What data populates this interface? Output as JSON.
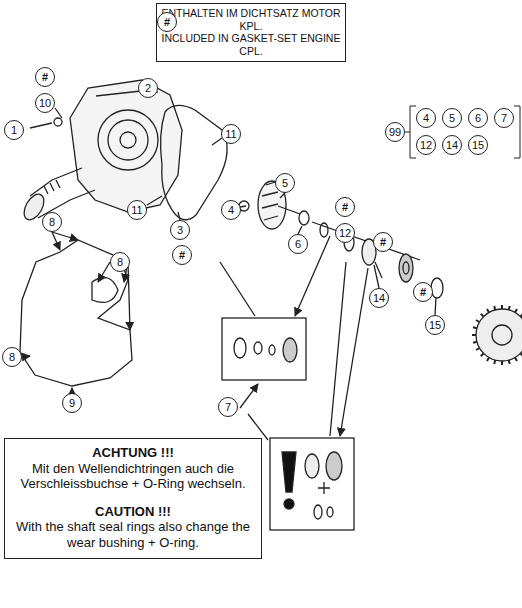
{
  "diagram": {
    "nodes": [
      {
        "text": [
          "ENTHALTEN IM DICHTSATZ MOTOR KPL.",
          "INCLUDED IN GASKET-SET ENGINE CPL."
        ]
      },
      {
        "text": [
          "ACHTUNG !!!",
          "Mit den Wellendichtringen auch die Verschleissbuchse + O-Ring wechseln.",
          "CAUTION !!!",
          "With the shaft seal rings also change the wear bushing + O-ring."
        ]
      }
    ],
    "labels": [
      "#",
      "#",
      "10",
      "1",
      "2",
      "11",
      "11",
      "3",
      "#",
      "4",
      "5",
      "6",
      "#",
      "12",
      "#",
      "14",
      "#",
      "15",
      "7",
      "8",
      "8",
      "8",
      "9",
      "99",
      "4",
      "5",
      "6",
      "7",
      "12",
      "14",
      "15"
    ]
  }
}
